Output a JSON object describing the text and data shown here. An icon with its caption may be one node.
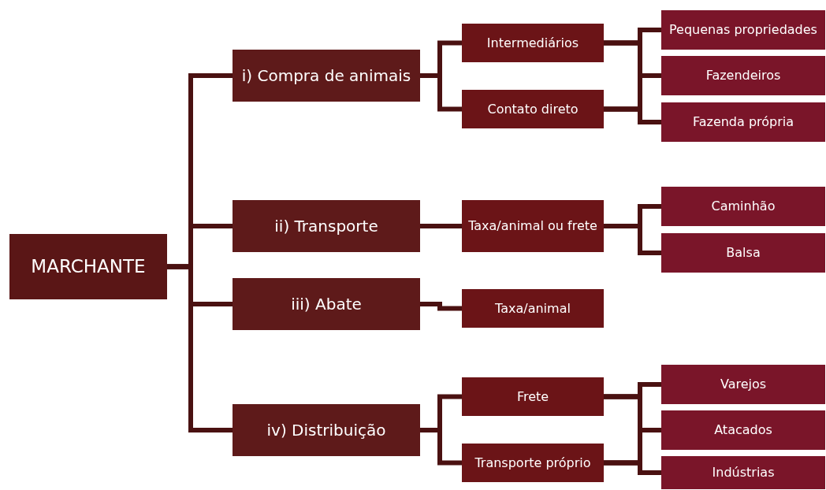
{
  "diagram": {
    "nodes": [
      {
        "text": [
          "MARCHANTE"
        ]
      },
      {
        "text": [
          "i) Compra de animais"
        ]
      },
      {
        "text": [
          "ii) Transporte"
        ]
      },
      {
        "text": [
          "iii) Abate"
        ]
      },
      {
        "text": [
          "iv) Distribuição"
        ]
      },
      {
        "text": [
          "Intermediários"
        ]
      },
      {
        "text": [
          "Contato direto"
        ]
      },
      {
        "text": [
          "Taxa/animal ou frete"
        ]
      },
      {
        "text": [
          "Taxa/animal"
        ]
      },
      {
        "text": [
          "Frete"
        ]
      },
      {
        "text": [
          "Transporte próprio"
        ]
      },
      {
        "text": [
          "Pequenas propriedades"
        ]
      },
      {
        "text": [
          "Fazendeiros"
        ]
      },
      {
        "text": [
          "Fazenda própria"
        ]
      },
      {
        "text": [
          "Caminhão"
        ]
      },
      {
        "text": [
          "Balsa"
        ]
      },
      {
        "text": [
          "Varejos"
        ]
      },
      {
        "text": [
          "Atacados"
        ]
      },
      {
        "text": [
          "Indústrias"
        ]
      }
    ],
    "edges": [
      {
        "from": 0,
        "to": 1,
        "arrow": "none"
      },
      {
        "from": 0,
        "to": 2,
        "arrow": "none"
      },
      {
        "from": 0,
        "to": 3,
        "arrow": "none"
      },
      {
        "from": 0,
        "to": 4,
        "arrow": "none"
      },
      {
        "from": 1,
        "to": 5,
        "arrow": "none"
      },
      {
        "from": 1,
        "to": 6,
        "arrow": "none"
      },
      {
        "from": 2,
        "to": 7,
        "arrow": "none"
      },
      {
        "from": 3,
        "to": 8,
        "arrow": "none"
      },
      {
        "from": 4,
        "to": 9,
        "arrow": "none"
      },
      {
        "from": 4,
        "to": 10,
        "arrow": "none"
      },
      {
        "from": 5,
        "to": 11,
        "arrow": "none"
      },
      {
        "from": 5,
        "to": 12,
        "arrow": "none"
      },
      {
        "from": 5,
        "to": 13,
        "arrow": "none"
      },
      {
        "from": 6,
        "to": 11,
        "arrow": "none"
      },
      {
        "from": 6,
        "to": 12,
        "arrow": "none"
      },
      {
        "from": 6,
        "to": 13,
        "arrow": "none"
      },
      {
        "from": 7,
        "to": 14,
        "arrow": "none"
      },
      {
        "from": 7,
        "to": 15,
        "arrow": "none"
      },
      {
        "from": 9,
        "to": 16,
        "arrow": "none"
      },
      {
        "from": 9,
        "to": 17,
        "arrow": "none"
      },
      {
        "from": 9,
        "to": 18,
        "arrow": "none"
      },
      {
        "from": 10,
        "to": 16,
        "arrow": "none"
      },
      {
        "from": 10,
        "to": 17,
        "arrow": "none"
      },
      {
        "from": 10,
        "to": 18,
        "arrow": "none"
      }
    ]
  }
}
